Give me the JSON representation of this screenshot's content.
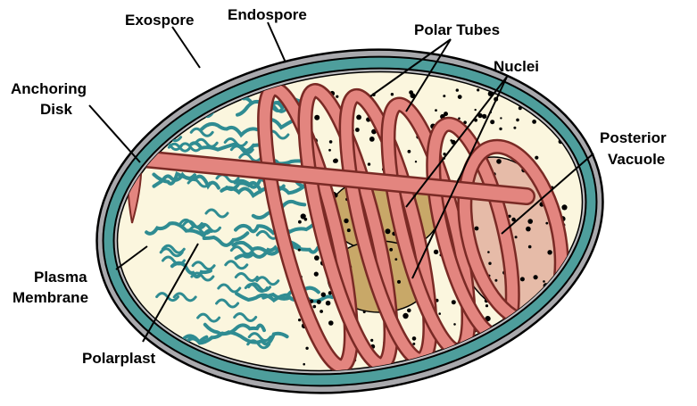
{
  "labels": {
    "exospore": "Exospore",
    "endospore": "Endospore",
    "polar_tubes": "Polar Tubes",
    "nuclei": "Nuclei",
    "anchoring_disk_line1": "Anchoring",
    "anchoring_disk_line2": "Disk",
    "posterior_vacuole_line1": "Posterior",
    "posterior_vacuole_line2": "Vacuole",
    "plasma_membrane_line1": "Plasma",
    "plasma_membrane_line2": "Membrane",
    "polarplast": "Polarplast"
  },
  "colors": {
    "exospore": "#a9a9ad",
    "endospore": "#4e9e9c",
    "cytoplasm": "#fbf6de",
    "polarplast": "#2f8c92",
    "polar_tube": "#e3857f",
    "polar_tube_outline": "#7a2a25",
    "nucleus": "#c8a868",
    "vacuole": "#e6bba8",
    "ribosome_dots": "#000000",
    "outline": "#000000"
  }
}
